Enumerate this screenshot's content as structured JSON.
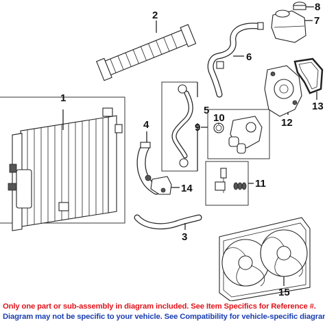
{
  "diagram": {
    "callouts": [
      {
        "num": "1"
      },
      {
        "num": "2"
      },
      {
        "num": "3"
      },
      {
        "num": "4"
      },
      {
        "num": "5"
      },
      {
        "num": "6"
      },
      {
        "num": "7"
      },
      {
        "num": "8"
      },
      {
        "num": "9"
      },
      {
        "num": "10"
      },
      {
        "num": "11"
      },
      {
        "num": "12"
      },
      {
        "num": "13"
      },
      {
        "num": "14"
      },
      {
        "num": "15"
      }
    ]
  },
  "footer": {
    "line1": "Only one part or sub-assembly in diagram included. See Item Specifics for Reference #.",
    "line2": "Diagram may not be specific to your vehicle. See Compatibility for vehicle-specific diagrams."
  },
  "colors": {
    "note_red": "#e0141b",
    "note_blue": "#1a3fb0"
  }
}
